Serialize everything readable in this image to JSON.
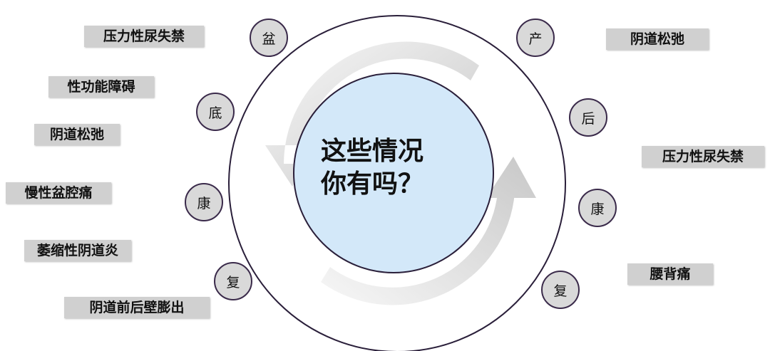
{
  "center": {
    "line1": "这些情况",
    "line2": "你有吗？"
  },
  "left_nodes": [
    "盆",
    "底",
    "康",
    "复"
  ],
  "right_nodes": [
    "产",
    "后",
    "康",
    "复"
  ],
  "left_labels": [
    "压力性尿失禁",
    "性功能障碍",
    "阴道松弛",
    "慢性盆腔痛",
    "萎缩性阴道炎",
    "阴道前后壁膨出"
  ],
  "right_labels": [
    "阴道松弛",
    "压力性尿失禁",
    "腰背痛"
  ],
  "colors": {
    "center_fill": "#d3e8f9",
    "outline": "#2a1f3a",
    "box": "#d0d0d0",
    "node": "#d9d9d9",
    "arrow": "#cccccc"
  }
}
